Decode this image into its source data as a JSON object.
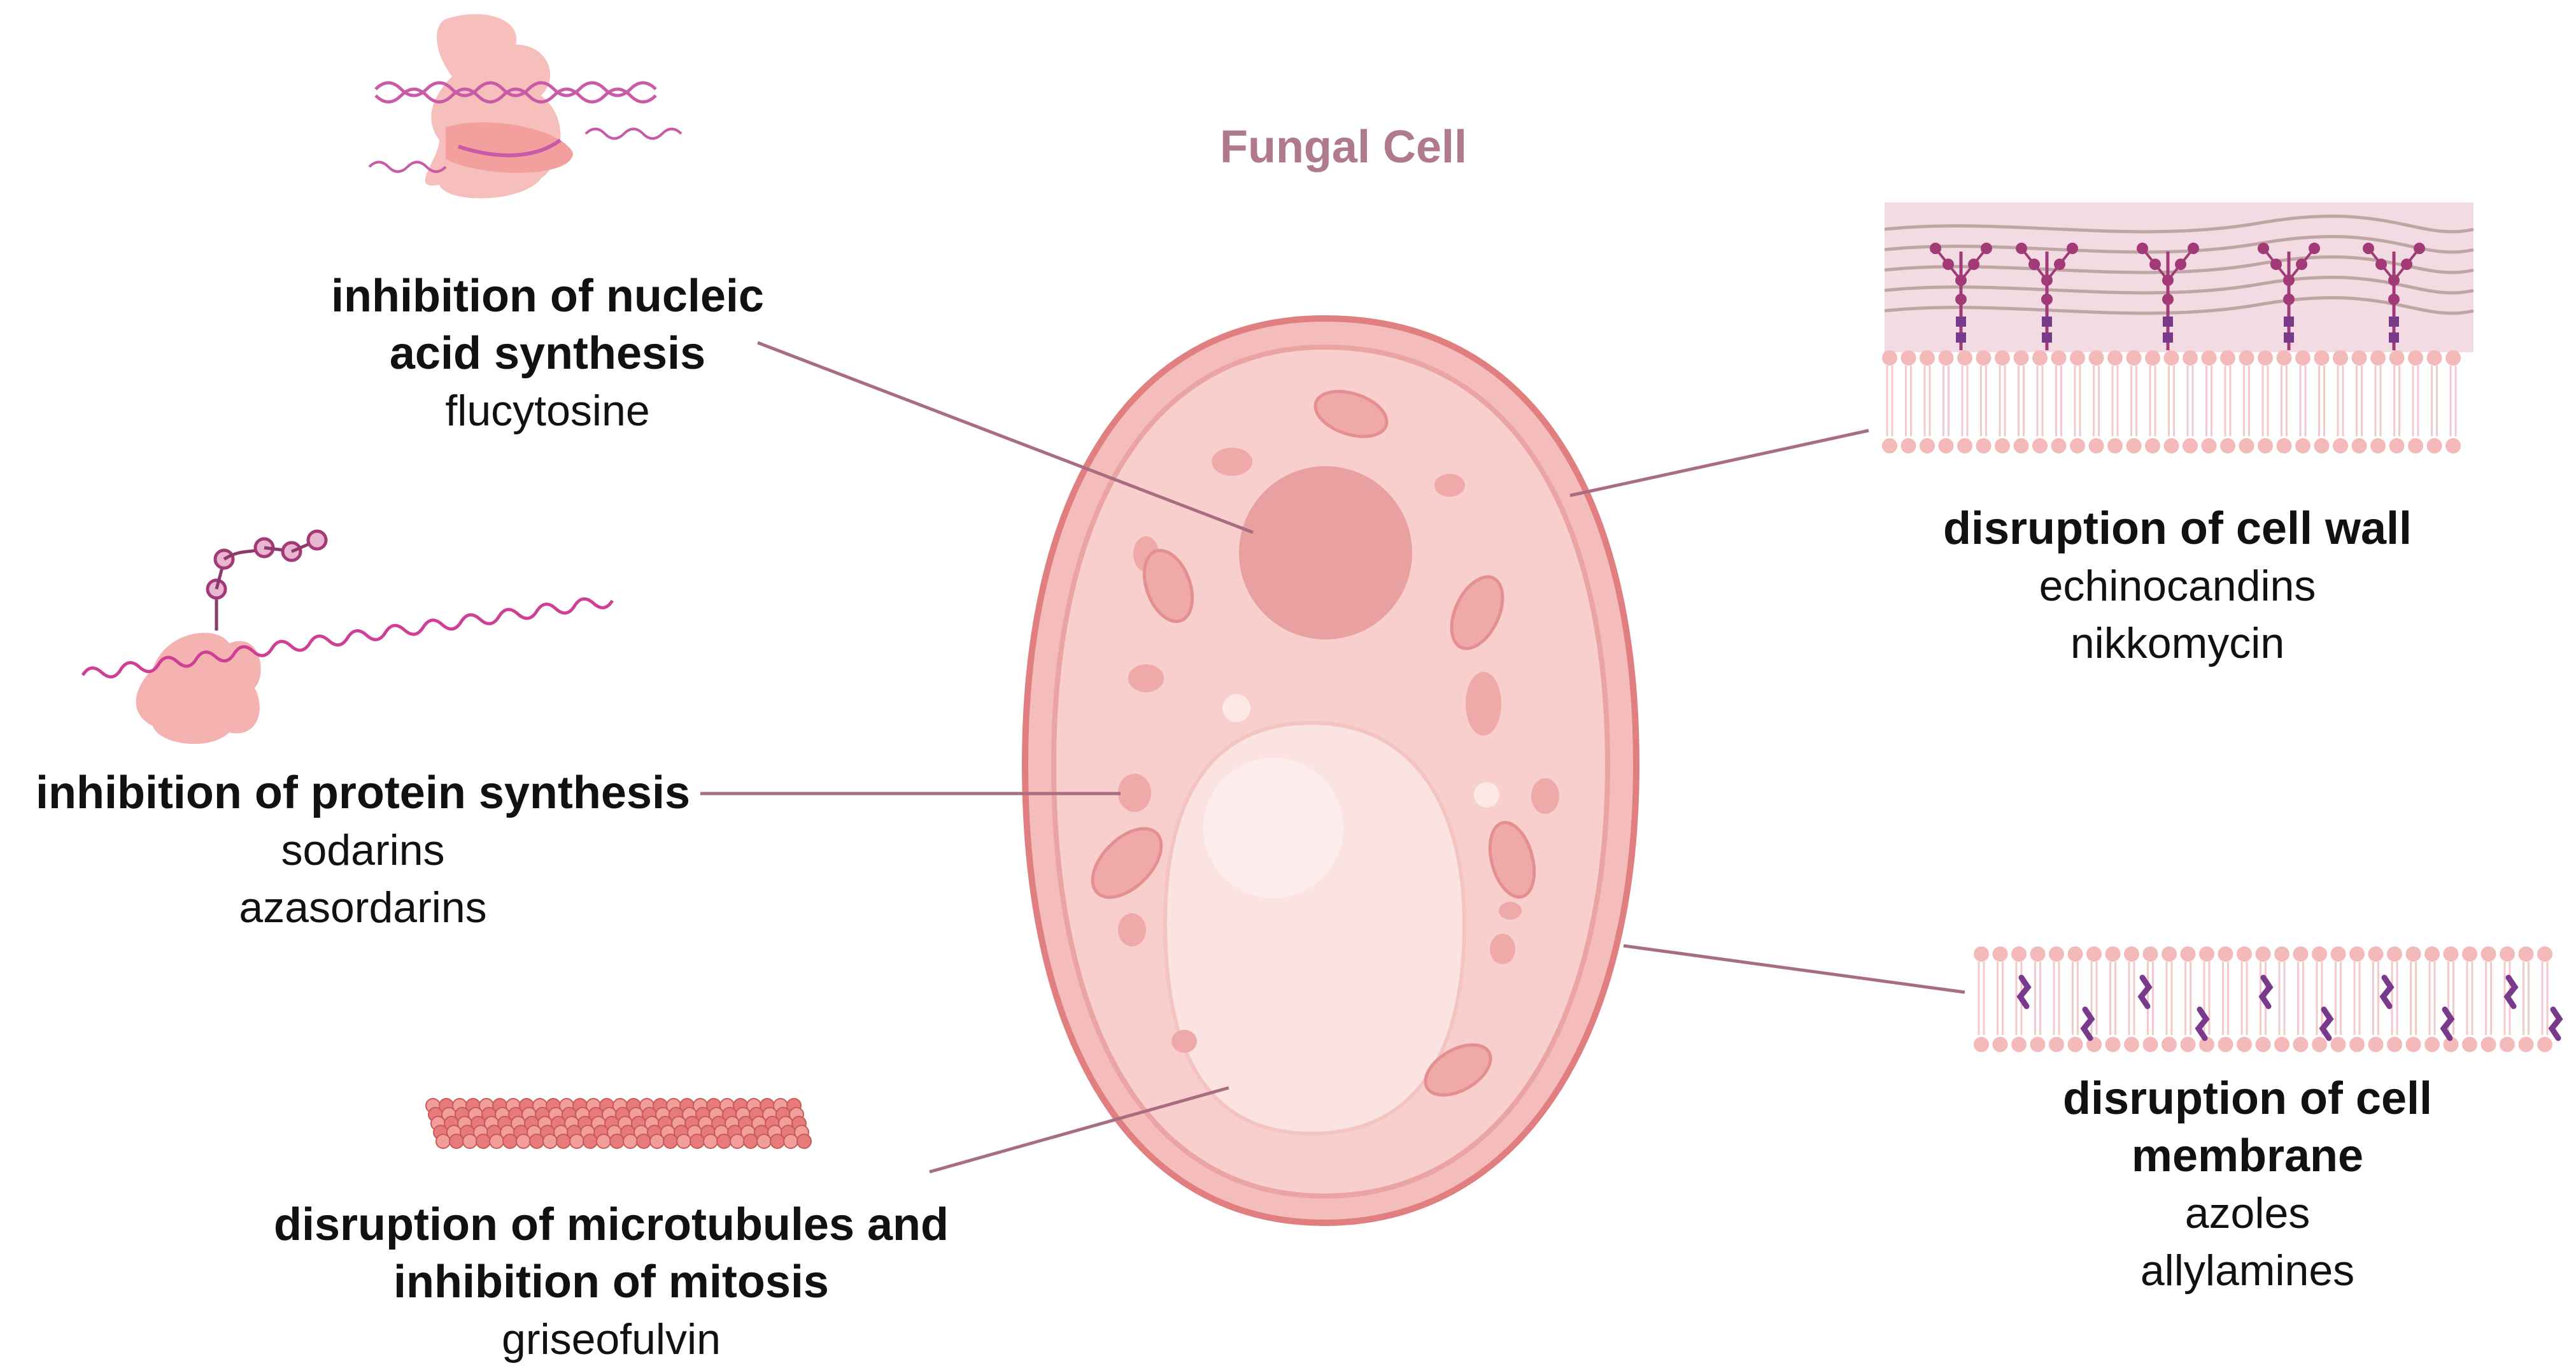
{
  "title": "Fungal Cell",
  "mechanisms": [
    {
      "id": "nucleic",
      "heading": [
        "inhibition of nucleic",
        "acid synthesis"
      ],
      "drugs": [
        "flucytosine"
      ]
    },
    {
      "id": "protein",
      "heading": [
        "inhibition of protein synthesis"
      ],
      "drugs": [
        "sodarins",
        "azasordarins"
      ]
    },
    {
      "id": "microtubule",
      "heading": [
        "disruption of microtubules and",
        "inhibition of mitosis"
      ],
      "drugs": [
        "griseofulvin"
      ]
    },
    {
      "id": "cellwall",
      "heading": [
        "disruption of cell wall"
      ],
      "drugs": [
        "echinocandins",
        "nikkomycin"
      ]
    },
    {
      "id": "membrane",
      "heading": [
        "disruption of cell",
        "membrane"
      ],
      "drugs": [
        "azoles",
        "allylamines"
      ]
    }
  ],
  "colors": {
    "title": "#b07a8c",
    "leader_line": "#a86d80",
    "cell_fill": "#f6c9c6",
    "cell_wall": "#e08384",
    "organelle": "#eba9a9",
    "nucleus": "#e6999a",
    "vacuole": "#fbe2e0",
    "lipid_head": "#f4b9b9",
    "sugar_chain": "#a23a78",
    "ergosterol": "#7a3a8c",
    "dna_strand": "#c95aa8",
    "ribosome": "#f3aaa8",
    "microtubule": "#e06a6a"
  },
  "icons": [
    "ribosome-dna-icon",
    "ribosome-mrna-icon",
    "microtubule-icon",
    "cell-wall-icon",
    "cell-membrane-icon",
    "fungal-cell-icon"
  ]
}
